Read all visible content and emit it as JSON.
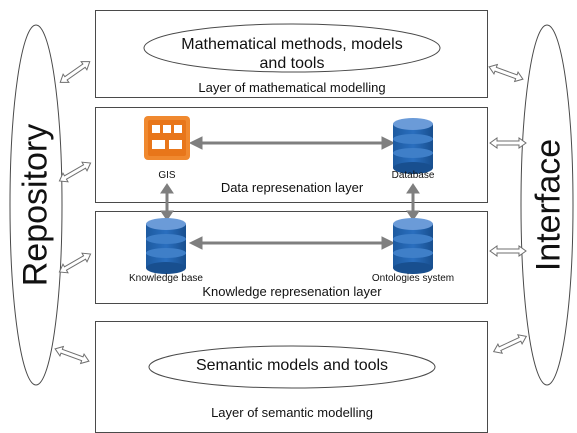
{
  "left_pillar": {
    "label": "Repository"
  },
  "right_pillar": {
    "label": "Interface"
  },
  "layers": {
    "math": {
      "ellipse_line1": "Mathematical methods, models",
      "ellipse_line2": "and tools",
      "caption": "Layer of mathematical modelling"
    },
    "data": {
      "caption": "Data represenation layer",
      "gis_label": "GIS",
      "database_label": "Database"
    },
    "knowledge": {
      "caption": "Knowledge represenation layer",
      "kb_label": "Knowledge base",
      "ontologies_label": "Ontologies system"
    },
    "semantic": {
      "ellipse_text": "Semantic models and tools",
      "caption": "Layer of semantic modelling"
    }
  },
  "colors": {
    "gis_orange": "#f0892f",
    "db_blue_top": "#6b9bd8",
    "db_blue_body": "#1f5ea6",
    "db_blue_band": "#3f7fc8",
    "connector_gray": "#7f7f7f",
    "outline": "#4a4a4a"
  },
  "icons": {
    "gis": "gis-grid-icon",
    "database": "database-cylinder-icon"
  }
}
